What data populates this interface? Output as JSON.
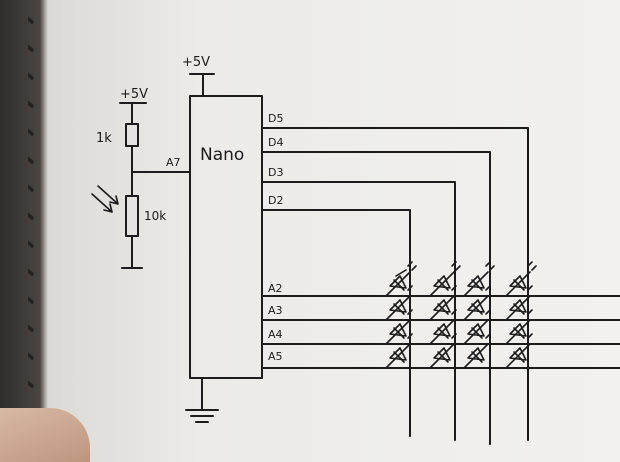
{
  "diagram": {
    "chip_label": "Nano",
    "vcc_top": "+5V",
    "vcc_divider": "+5V",
    "resistor_1": "1k",
    "resistor_2": "10k",
    "analog_in": "A7",
    "pins_digital": [
      "D5",
      "D4",
      "D3",
      "D2"
    ],
    "pins_analog": [
      "A2",
      "A3",
      "A4",
      "A5"
    ]
  },
  "colors": {
    "paper": "#f2f1ee",
    "ink": "#1c1c1c",
    "spiral": "#222222"
  }
}
